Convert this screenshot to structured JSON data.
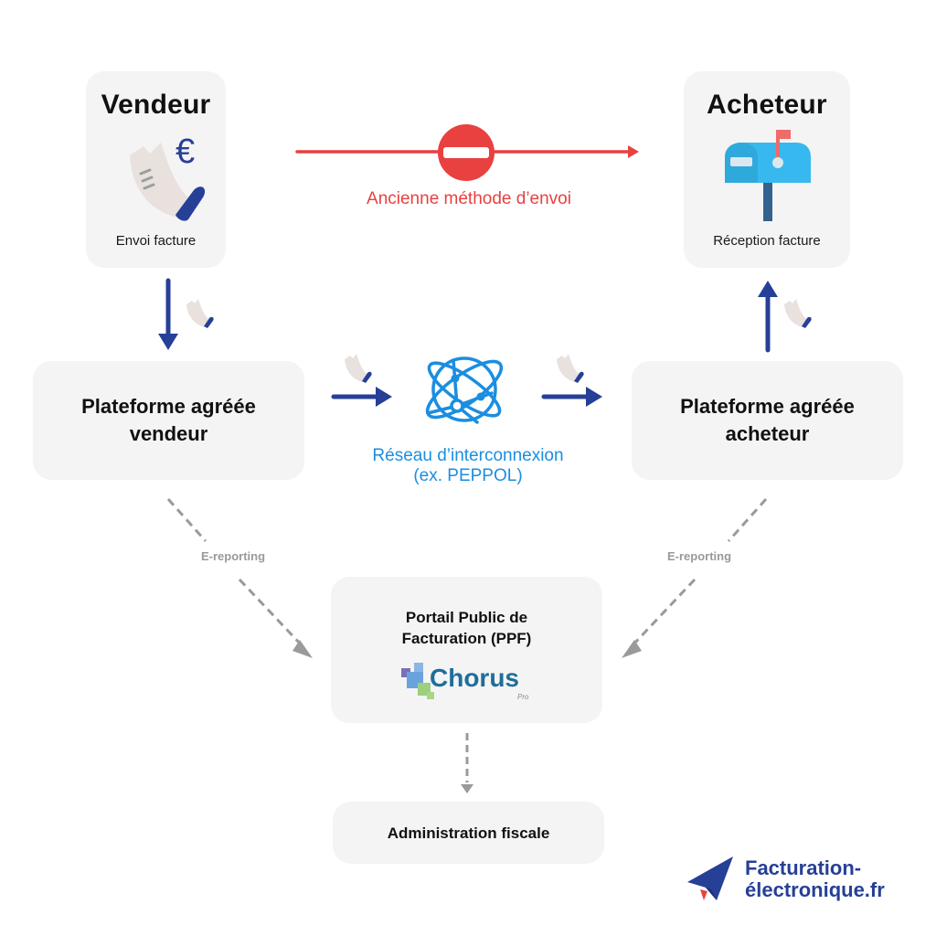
{
  "nodes": {
    "vendeur": {
      "title": "Vendeur",
      "caption": "Envoi facture"
    },
    "acheteur": {
      "title": "Acheteur",
      "caption": "Réception facture"
    },
    "plateforme_vendeur": {
      "line1": "Plateforme agréée",
      "line2": "vendeur"
    },
    "plateforme_acheteur": {
      "line1": "Plateforme agréée",
      "line2": "acheteur"
    },
    "reseau": {
      "line1": "Réseau d’interconnexion",
      "line2": "(ex. PEPPOL)"
    },
    "ppf": {
      "line1": "Portail Public de",
      "line2": "Facturation (PPF)",
      "logo_text": "Chorus",
      "logo_sub": "Pro"
    },
    "administration": {
      "label": "Administration fiscale"
    }
  },
  "edges": {
    "old_method": {
      "label": "Ancienne méthode d’envoi"
    },
    "ereporting_left": {
      "label": "E-reporting"
    },
    "ereporting_right": {
      "label": "E-reporting"
    }
  },
  "brand": {
    "line1": "Facturation-",
    "line2": "électronique.fr"
  },
  "colors": {
    "primary_blue": "#263f97",
    "red": "#e94040",
    "network_blue": "#1b8ee0",
    "grey": "#9a9a9a",
    "box_bg": "#f4f4f4"
  }
}
